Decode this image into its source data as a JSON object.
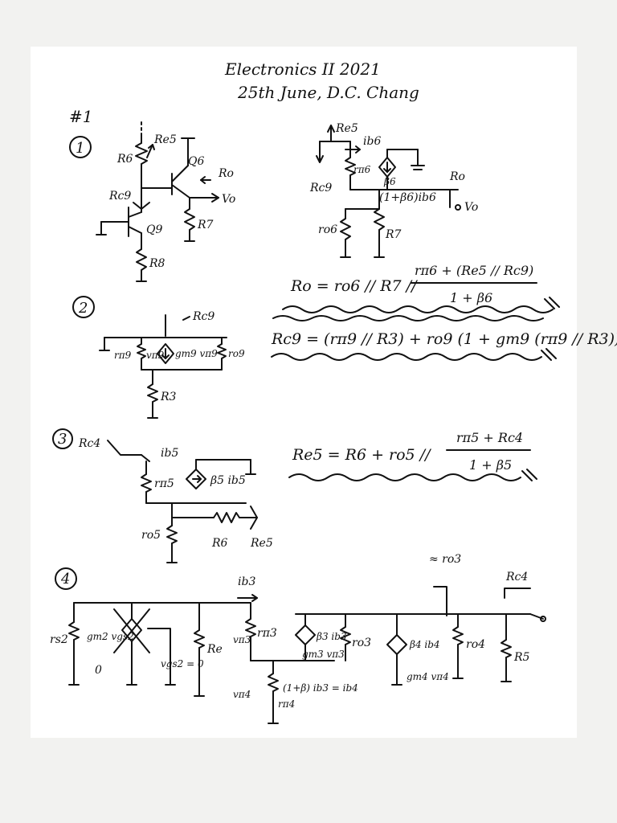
{
  "header": {
    "title": "Electronics II 2021",
    "subtitle": "25th June, D.C. Chang",
    "problem": "#1"
  },
  "parts": [
    {
      "number": "1",
      "labels": {
        "r6": "R6",
        "re5": "Re5",
        "q6": "Q6",
        "ro": "Ro",
        "vo": "Vo",
        "rc9": "Rc9",
        "q9": "Q9",
        "r7": "R7",
        "r8": "R8",
        "re5b": "Re5",
        "ib6": "ib6",
        "rpi6": "rπ6",
        "beta6": "β6",
        "rc9b": "Rc9",
        "ro2": "Ro",
        "ie": "(1+β6)ib6",
        "vo2": "Vo",
        "ro6": "ro6",
        "r7b": "R7"
      },
      "equation": {
        "lhs": "Ro = ro6 // R7 //",
        "num": "rπ6 + (Re5 // Rc9)",
        "den": "1 + β6"
      }
    },
    {
      "number": "2",
      "labels": {
        "rc9": "Rc9",
        "rpi9": "rπ9",
        "vpi9": "vπ9",
        "gm": "gm9 vπ9",
        "ro9": "ro9",
        "r3": "R3"
      },
      "equation": {
        "text": "Rc9 = (rπ9 // R3) + ro9 (1 + gm9 (rπ9 // R3))"
      }
    },
    {
      "number": "3",
      "labels": {
        "rc4": "Rc4",
        "ib5": "ib5",
        "rpi5": "rπ5",
        "bib5": "β5 ib5",
        "ro5": "ro5",
        "r6": "R6",
        "re5": "Re5"
      },
      "equation": {
        "lhs": "Re5 = R6 + ro5 //",
        "num": "rπ5 + Rc4",
        "den": "1 + β5"
      }
    },
    {
      "number": "4",
      "labels": {
        "ro3top": "≈ ro3",
        "rc4": "Rc4",
        "ib3": "ib3",
        "rs2": "rs2",
        "gm2": "gm2 vgs2",
        "zero": "0",
        "vgs2": "vgs2 = 0",
        "re": "Re",
        "vpi3": "vπ3",
        "rpi3": "rπ3",
        "beta3": "β3 ib3",
        "gm3": "gm3 vπ3",
        "ro3": "ro3",
        "beta4": "β4 ib4",
        "gm4": "gm4 vπ4",
        "ro4": "ro4",
        "r5": "R5",
        "vpi4": "vπ4",
        "rpi4": "rπ4",
        "ib4": "(1+β) ib3 = ib4"
      }
    }
  ]
}
